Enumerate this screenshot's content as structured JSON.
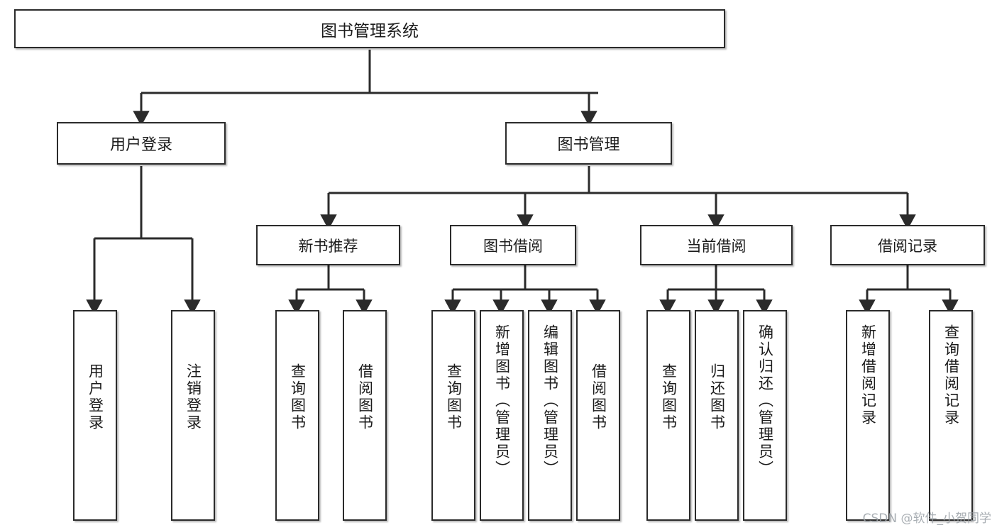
{
  "diagram": {
    "title": "图书管理系统",
    "root": {
      "label": "图书管理系统"
    },
    "level1": [
      {
        "label": "用户登录"
      },
      {
        "label": "图书管理"
      }
    ],
    "level2": [
      {
        "label": "新书推荐"
      },
      {
        "label": "图书借阅"
      },
      {
        "label": "当前借阅"
      },
      {
        "label": "借阅记录"
      }
    ],
    "leaves": {
      "user_login": [
        {
          "label": "用户登录"
        },
        {
          "label": "注销登录"
        }
      ],
      "new_book_recommend": [
        {
          "label": "查询图书"
        },
        {
          "label": "借阅图书"
        }
      ],
      "book_borrow": [
        {
          "label": "查询图书"
        },
        {
          "label": "新增图书（管理员）"
        },
        {
          "label": "编辑图书（管理员）"
        },
        {
          "label": "借阅图书"
        }
      ],
      "current_borrow": [
        {
          "label": "查询图书"
        },
        {
          "label": "归还图书"
        },
        {
          "label": "确认归还（管理员）"
        }
      ],
      "borrow_record": [
        {
          "label": "新增借阅记录"
        },
        {
          "label": "查询借阅记录"
        }
      ]
    }
  },
  "watermark": {
    "text": "CSDN @软件_小贺同学"
  },
  "colors": {
    "stroke": "#2b2b2b",
    "box_fill": "#ffffff",
    "text": "#1b1b1b",
    "watermark": "#9aa0a6"
  }
}
